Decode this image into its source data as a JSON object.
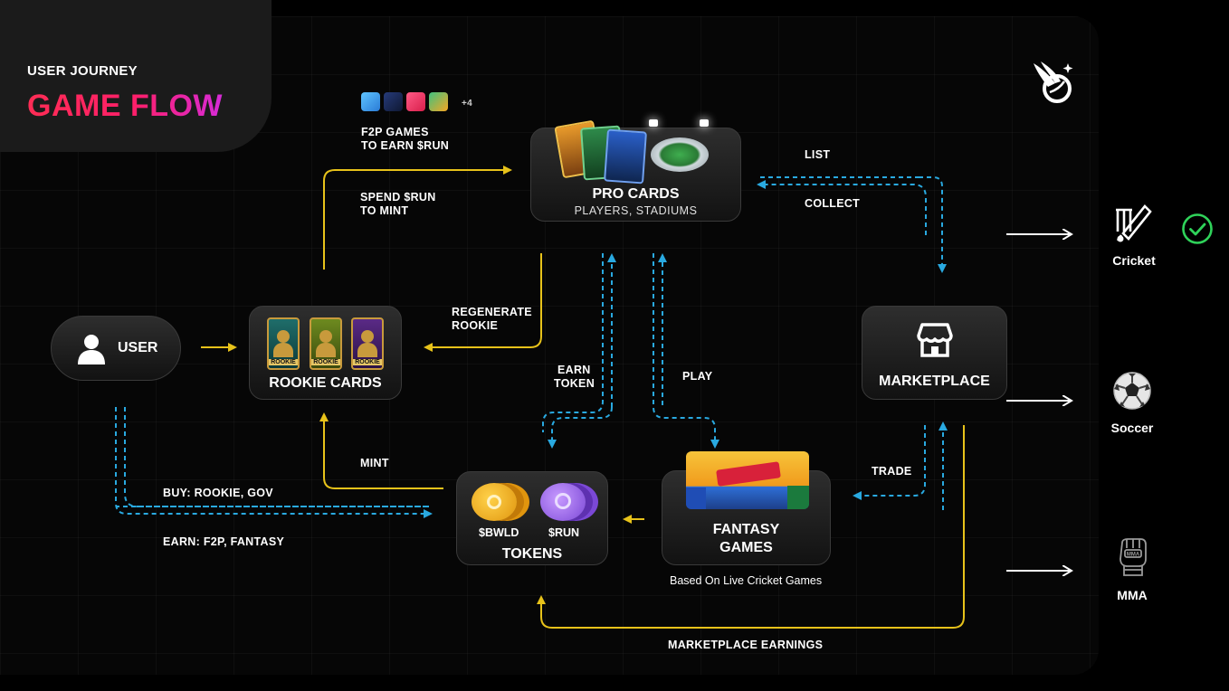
{
  "header": {
    "subtitle": "USER JOURNEY",
    "title": "GAME FLOW"
  },
  "f2p": {
    "more_count": "+4",
    "label_line1": "F2P GAMES",
    "label_line2": "TO EARN $RUN"
  },
  "nodes": {
    "user": "USER",
    "rookie_cards": "ROOKIE CARDS",
    "rookie_tag": "ROOKIE",
    "pro_cards": "PRO CARDS",
    "pro_cards_sub": "PLAYERS, STADIUMS",
    "marketplace": "MARKETPLACE",
    "tokens": "TOKENS",
    "token_bwld": "$BWLD",
    "token_run": "$RUN",
    "fantasy_line1": "FANTASY",
    "fantasy_line2": "GAMES",
    "fantasy_caption": "Based On Live Cricket Games"
  },
  "edges": {
    "spend_line1": "SPEND $RUN",
    "spend_line2": "TO MINT",
    "regenerate_line1": "REGENERATE",
    "regenerate_line2": "ROOKIE",
    "list": "LIST",
    "collect": "COLLECT",
    "earn_token_line1": "EARN",
    "earn_token_line2": "TOKEN",
    "play": "PLAY",
    "mint": "MINT",
    "trade": "TRADE",
    "buy": "BUY: ROOKIE, GOV",
    "earn": "EARN: F2P, FANTASY",
    "marketplace_earnings": "MARKETPLACE EARNINGS"
  },
  "sports": [
    {
      "name": "Cricket",
      "icon": "cricket-icon",
      "active": true
    },
    {
      "name": "Soccer",
      "icon": "soccer-ball-icon",
      "active": false
    },
    {
      "name": "MMA",
      "icon": "mma-glove-icon",
      "active": false
    }
  ],
  "colors": {
    "yellow": "#e7c21a",
    "blue": "#29a9e0",
    "check": "#2fd35a",
    "accent_pink": "#ff2d55",
    "accent_purple": "#d62bd8"
  }
}
